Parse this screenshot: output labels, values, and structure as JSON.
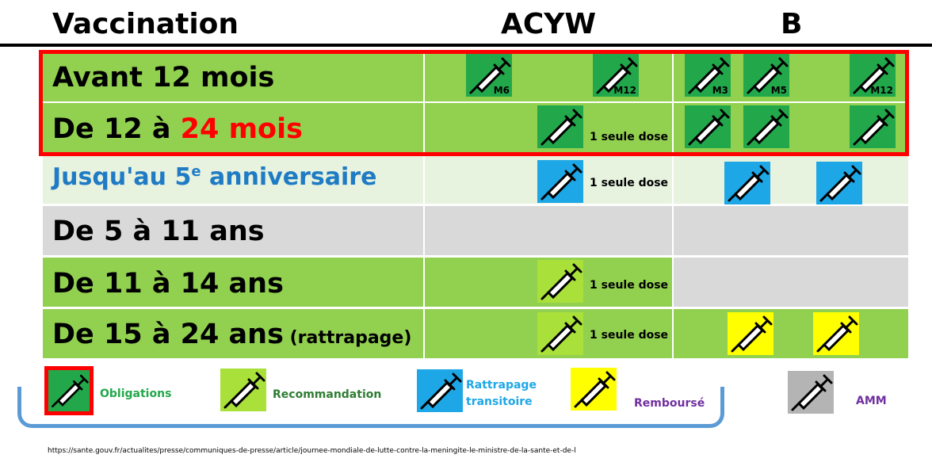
{
  "header": {
    "title": "Vaccination",
    "col1": "ACYW",
    "col2": "B"
  },
  "rows": {
    "r1": {
      "label": "Avant 12 mois",
      "acyw_badges": [
        "M6",
        "M12"
      ],
      "b_badges": [
        "M3",
        "M5",
        "M12"
      ]
    },
    "r2": {
      "label_a": "De 12 à ",
      "label_b": "24 mois",
      "dose": "1 seule dose"
    },
    "r3": {
      "label": "Jusqu'au 5",
      "sup": "e",
      "label_end": " anniversaire",
      "dose": "1 seule dose"
    },
    "r4": {
      "label": "De 5 à 11 ans"
    },
    "r5": {
      "label": "De 11 à 14 ans",
      "dose": "1 seule dose"
    },
    "r6": {
      "label": "De 15 à 24 ans",
      "label_small": " (rattrapage)",
      "dose": "1 seule dose"
    }
  },
  "legend": {
    "obligations": "Obligations",
    "recommandation": "Recommandation",
    "rattrapage_1": "Rattrapage",
    "rattrapage_2": "transitoire",
    "rembourse": "Remboursé",
    "amm": "AMM"
  },
  "colors": {
    "obligation_green": "#22a84a",
    "recommendation_lime": "#a9e03a",
    "rattrapage_blue": "#1ea7e6",
    "rembourse_yellow": "#ffff00",
    "amm_gray": "#b4b4b4",
    "row_green": "#92d050",
    "row_lightgreen": "#e7f2df",
    "row_gray": "#d9d9d9",
    "frame_red": "#ff0000"
  },
  "source_url": "https://sante.gouv.fr/actualites/presse/communiques-de-presse/article/journee-mondiale-de-lutte-contre-la-meningite-le-ministre-de-la-sante-et-de-l"
}
